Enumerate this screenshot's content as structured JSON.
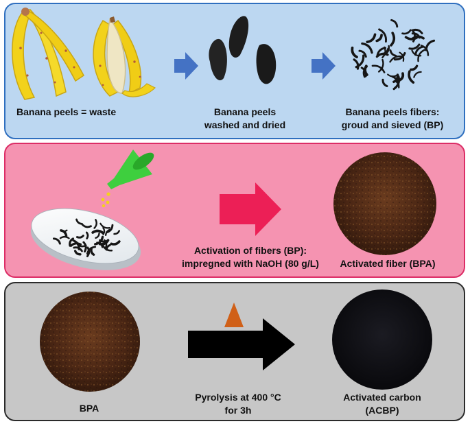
{
  "panels": [
    {
      "steps": [
        {
          "label": [
            "Banana peels = waste"
          ]
        },
        {
          "label": [
            "Banana peels",
            "washed and dried"
          ]
        },
        {
          "label": [
            "Banana peels fibers:",
            "groud and sieved (BP)"
          ]
        }
      ]
    },
    {
      "steps": [
        {
          "label": [
            "Activation of fibers (BP):",
            "impregned with NaOH (80 g/L)"
          ]
        },
        {
          "label": [
            "Activated fiber (BPA)"
          ]
        }
      ]
    },
    {
      "steps": [
        {
          "label": [
            "BPA"
          ]
        },
        {
          "label": [
            "Pyrolysis at 400 °C",
            "for 3h"
          ]
        },
        {
          "label": [
            "Activated carbon",
            "(ACBP)"
          ]
        }
      ]
    }
  ],
  "colors": {
    "panel1_fill": "#bcd7f1",
    "panel1_border": "#2f6fbf",
    "panel2_fill": "#f593b1",
    "panel2_border": "#dc2d66",
    "panel3_fill": "#c7c7c7",
    "panel3_border": "#2b2b2b",
    "arrow_blue": "#4472c4",
    "arrow_red": "#ec1f56",
    "arrow_black": "#000000",
    "flame": "#d06018",
    "funnel": "#3ecf3e",
    "banana": "#f2d21b"
  },
  "icons": [
    "banana-bunch-icon",
    "banana-peel-icon",
    "dried-peels-icon",
    "fiber-particles-icon",
    "funnel-icon",
    "petri-dish-icon",
    "activated-fiber-disc-icon",
    "bpa-disc-icon",
    "flame-icon",
    "activated-carbon-disc-icon"
  ]
}
